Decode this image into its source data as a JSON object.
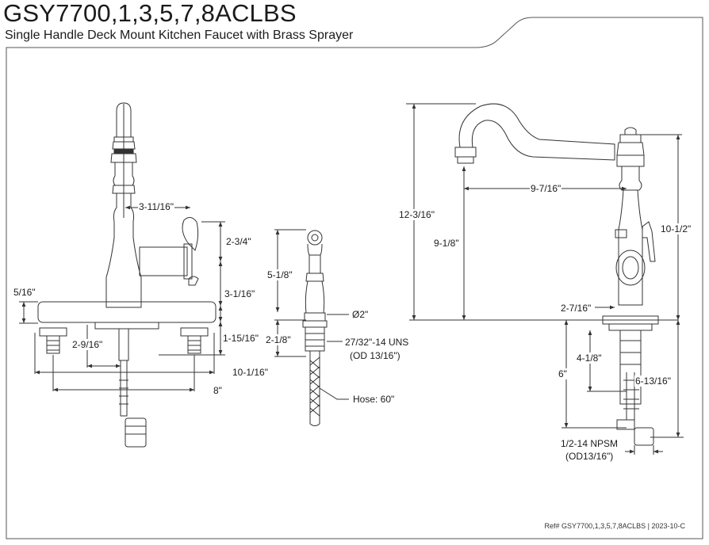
{
  "header": {
    "title": "GSY7700,1,3,5,7,8ACLBS",
    "subtitle": "Single Handle Deck Mount Kitchen Faucet with Brass Sprayer"
  },
  "dimensions": {
    "front_spout_offset": "3-11/16\"",
    "front_handle_height": "2-3/4\"",
    "front_body_height": "3-1/16\"",
    "front_plate_thickness": "5/16\"",
    "front_plate_height": "1-15/16\"",
    "front_center_offset": "2-9/16\"",
    "front_plate_width": "10-1/16\"",
    "front_hole_spread": "8\"",
    "sprayer_height": "5-1/8\"",
    "sprayer_diameter": "Ø2\"",
    "sprayer_shank": "2-1/8\"",
    "sprayer_thread": "27/32\"-14 UNS",
    "sprayer_thread_od": "(OD 13/16\")",
    "sprayer_hose": "Hose: 60\"",
    "side_total_height": "12-3/16\"",
    "side_spout_reach": "9-7/16\"",
    "side_spout_height": "9-1/8\"",
    "side_handle_height": "10-1/2\"",
    "side_base_width": "2-7/16\"",
    "side_shank_length": "4-1/8\"",
    "side_supply_length": "6\"",
    "side_under_deck": "6-13/16\"",
    "side_supply_thread": "1/2-14 NPSM",
    "side_supply_od": "(OD13/16\")"
  },
  "footer": {
    "ref": "Ref# GSY7700,1,3,5,7,8ACLBS | 2023-10-C"
  }
}
